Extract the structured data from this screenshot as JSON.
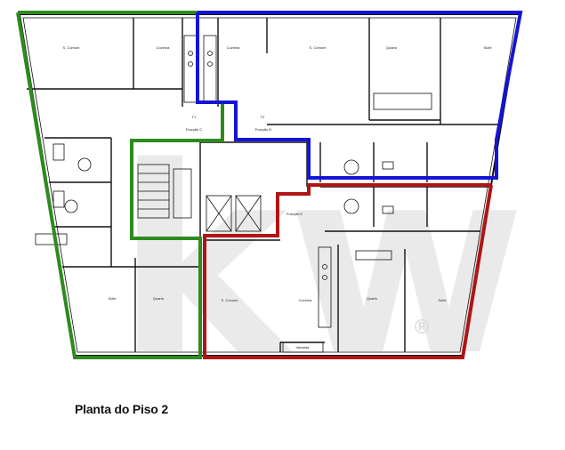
{
  "caption": "Planta do Piso 2",
  "watermark": {
    "text": "kw",
    "mark": "®",
    "color": "#d9d9d9"
  },
  "zones": [
    {
      "id": "C",
      "color": "#2e8b1e"
    },
    {
      "id": "D",
      "color": "#1414d8"
    },
    {
      "id": "E",
      "color": "#b01414"
    }
  ],
  "labels": {
    "green_sala": "S. Comum",
    "green_cozinha": "Cozinha",
    "green_bedroom": "Suite",
    "green_quarto": "Quarto",
    "fracao_c": "Fracção C",
    "fracao_d": "Fracção D",
    "fracao_e": "Fracção E",
    "t1_c": "T1",
    "t2_d": "T2",
    "blue_sala": "S. Comum",
    "blue_cozinha": "Cozinha",
    "blue_quarto": "Quarto",
    "blue_suite": "Suite",
    "red_sala": "S. Comum",
    "red_cozinha": "Cozinha",
    "red_quarto": "Quarto",
    "red_suite": "Suite",
    "red_varanda": "Varanda"
  }
}
